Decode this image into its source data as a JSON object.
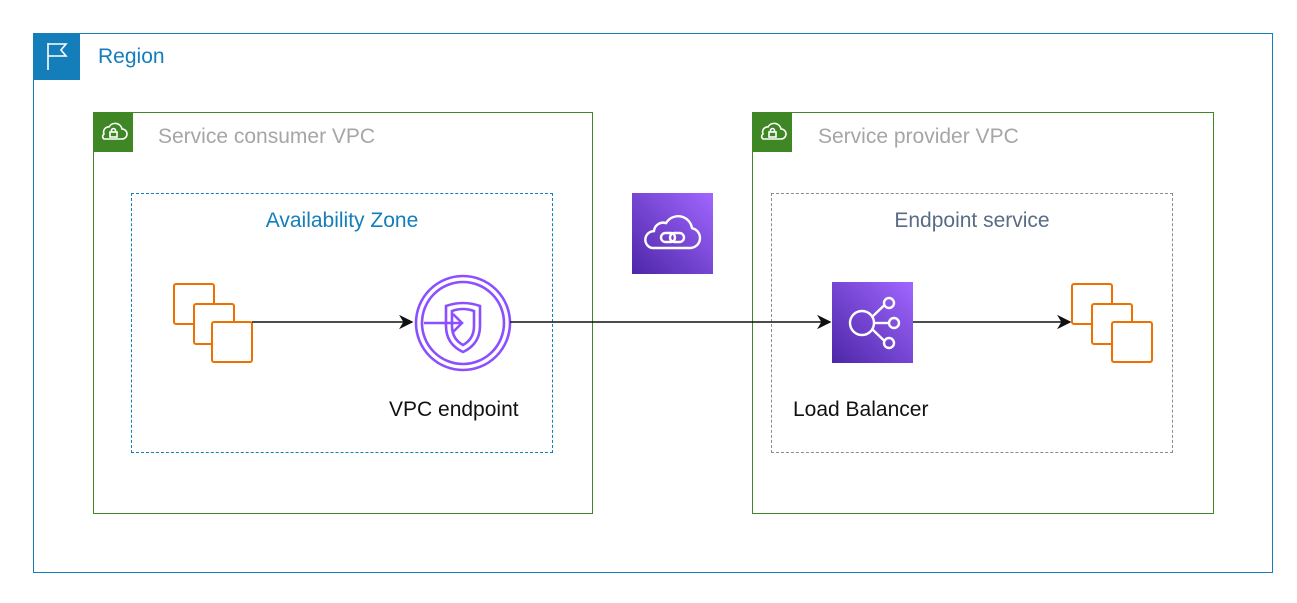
{
  "region": {
    "label": "Region",
    "color": "#147eba",
    "icon": "flag-icon"
  },
  "consumer_vpc": {
    "label": "Service consumer VPC",
    "icon": "cloud-lock-icon",
    "color": "#3f8624"
  },
  "provider_vpc": {
    "label": "Service provider VPC",
    "icon": "cloud-lock-icon",
    "color": "#3f8624"
  },
  "availability_zone": {
    "label": "Availability Zone"
  },
  "endpoint_service": {
    "label": "Endpoint service"
  },
  "nodes": {
    "consumer_instances": {
      "icon": "instances-icon",
      "color": "#ed7100"
    },
    "vpc_endpoint": {
      "label": "VPC endpoint",
      "icon": "vpc-endpoint-icon",
      "color": "#8c4fff"
    },
    "privatelink": {
      "icon": "privatelink-icon",
      "color": "#8c4fff"
    },
    "load_balancer": {
      "label": "Load Balancer",
      "icon": "load-balancer-icon",
      "color": "#8c4fff"
    },
    "provider_instances": {
      "icon": "instances-icon",
      "color": "#ed7100"
    }
  }
}
